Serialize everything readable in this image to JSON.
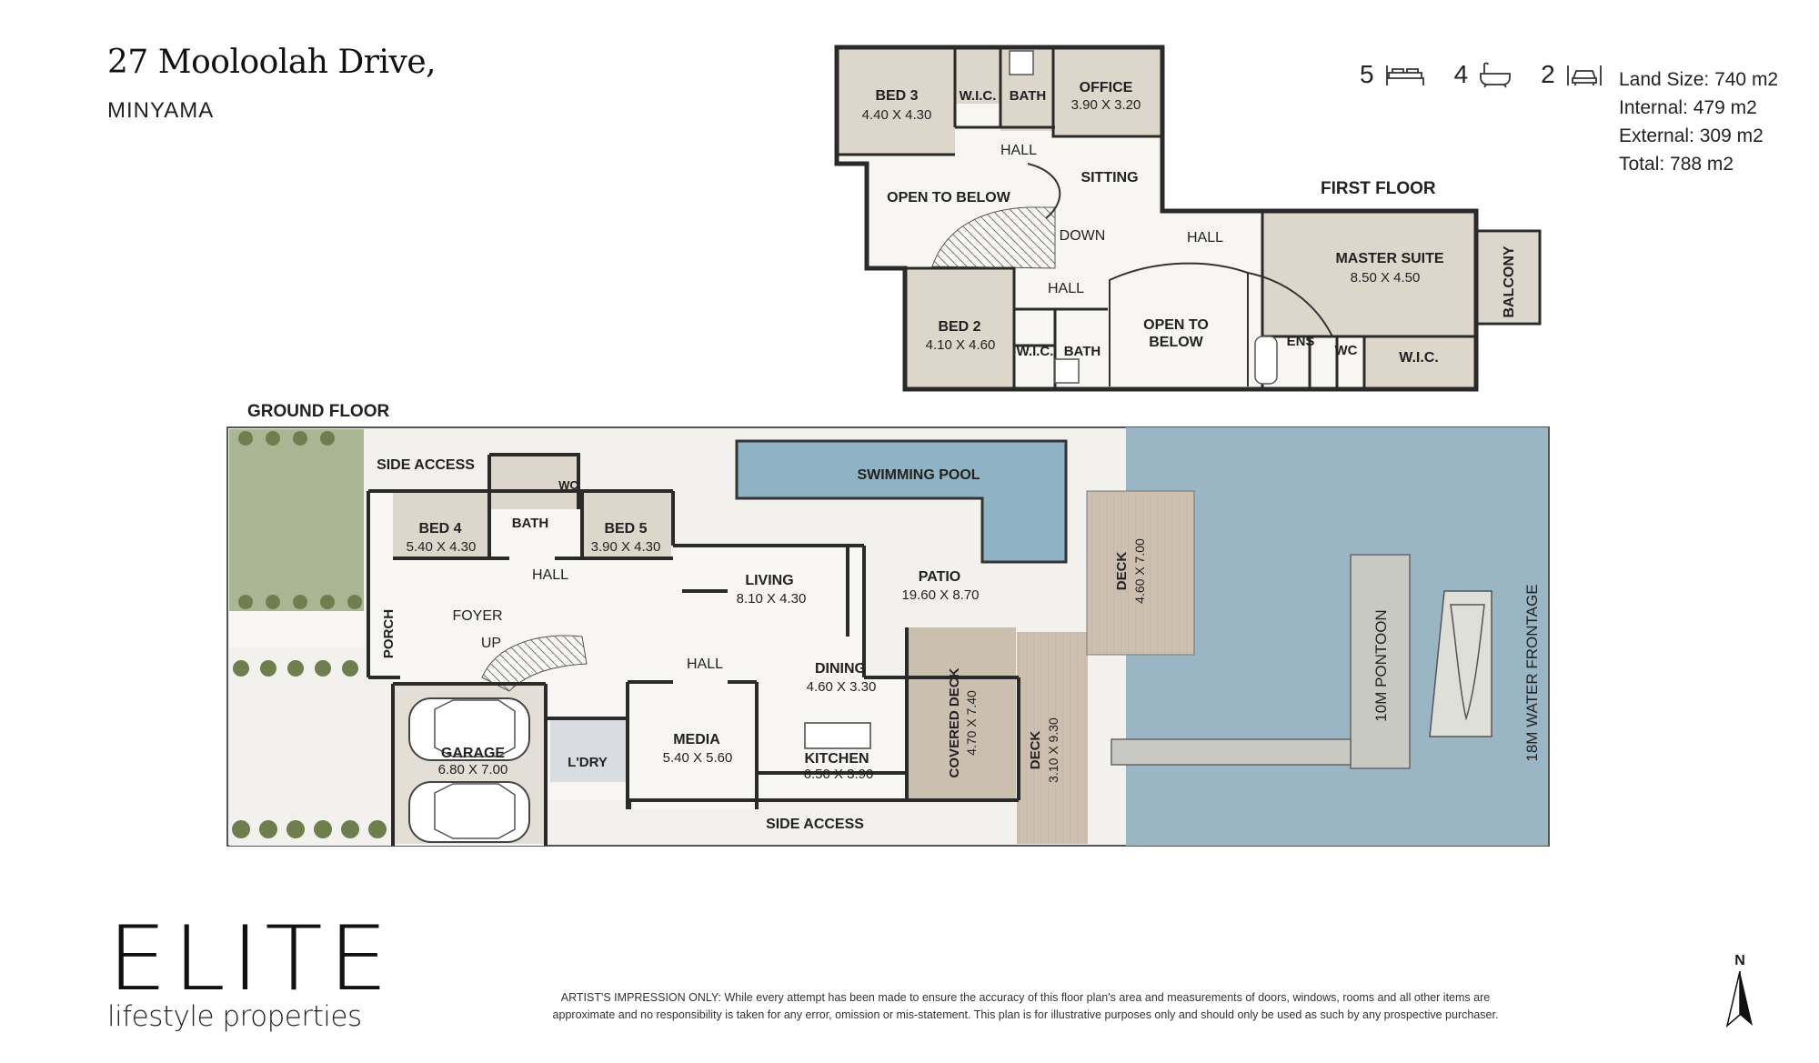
{
  "header": {
    "address": "27 Mooloolah Drive,",
    "suburb": "MINYAMA"
  },
  "stats": {
    "bedrooms": "5",
    "bathrooms": "4",
    "car_spaces": "2"
  },
  "areas": {
    "land": "Land Size: 740 m2",
    "internal": "Internal: 479 m2",
    "external": "External: 309 m2",
    "total": "Total: 788 m2"
  },
  "floors": {
    "first": "FIRST FLOOR",
    "ground": "GROUND FLOOR"
  },
  "first_floor": {
    "bed3": {
      "name": "BED 3",
      "dim": "4.40 X 4.30"
    },
    "wic_top": "W.I.C.",
    "bath_top": "BATH",
    "office": {
      "name": "OFFICE",
      "dim": "3.90 X 3.20"
    },
    "hall_top": "HALL",
    "sitting": "SITTING",
    "open_to_below_1": "OPEN TO BELOW",
    "down": "DOWN",
    "hall_right": "HALL",
    "master": {
      "name": "MASTER SUITE",
      "dim": "8.50 X 4.50"
    },
    "balcony": "BALCONY",
    "hall_mid": "HALL",
    "bed2": {
      "name": "BED 2",
      "dim": "4.10 X 4.60"
    },
    "wic_bottom": "W.I.C.",
    "bath_bottom": "BATH",
    "open_to_below_2a": "OPEN TO",
    "open_to_below_2b": "BELOW",
    "ens": "ENS",
    "wc": "WC",
    "wic_master": "W.I.C."
  },
  "ground_floor": {
    "side_access_top": "SIDE ACCESS",
    "wc": "WC",
    "bed4": {
      "name": "BED 4",
      "dim": "5.40 X 4.30"
    },
    "bath": "BATH",
    "bed5": {
      "name": "BED 5",
      "dim": "3.90 X 4.30"
    },
    "hall_beds": "HALL",
    "swimming_pool": "SWIMMING POOL",
    "living": {
      "name": "LIVING",
      "dim": "8.10 X 4.30"
    },
    "patio": {
      "name": "PATIO",
      "dim": "19.60 X 8.70"
    },
    "deck_upper": {
      "name": "DECK",
      "dim": "4.60 X 7.00"
    },
    "porch": "PORCH",
    "foyer": "FOYER",
    "up": "UP",
    "hall": "HALL",
    "dining": {
      "name": "DINING",
      "dim": "4.60 X 3.30"
    },
    "covered_deck": {
      "name": "COVERED DECK",
      "dim": "4.70 X 7.40"
    },
    "deck_lower": {
      "name": "DECK",
      "dim": "3.10 X 9.30"
    },
    "pontoon": "10M PONTOON",
    "water_frontage": "18M WATER FRONTAGE",
    "garage": {
      "name": "GARAGE",
      "dim": "6.80 X 7.00"
    },
    "laundry": "L'DRY",
    "media": {
      "name": "MEDIA",
      "dim": "5.40 X 5.60"
    },
    "kitchen": {
      "name": "KITCHEN",
      "dim": "6.50 X 3.90"
    },
    "side_access_bottom": "SIDE ACCESS"
  },
  "logo": {
    "word": "ELITE",
    "sub": "lifestyle properties"
  },
  "disclaimer": {
    "line1": "ARTIST'S IMPRESSION ONLY: While every attempt has been made to ensure the accuracy of this floor plan's area and measurements of doors, windows, rooms and all other items are",
    "line2": "approximate and no responsibility is taken for any error, omission or mis-statement. This plan is for illustrative purposes only and should only be used as such by any prospective purchaser."
  },
  "compass": {
    "label": "N"
  },
  "colors": {
    "room_fill": "#ddd6cb",
    "floor_fill": "#f7f6f2",
    "wall": "#2a2a2a",
    "water": "#9ab5c4",
    "pool": "#8fb3c4",
    "deck": "#cbbfb0",
    "lawn": "#a9b694",
    "garage_fill": "#e3ded6"
  },
  "icons": [
    "bed-icon",
    "bath-icon",
    "car-icon",
    "north-arrow-icon"
  ]
}
